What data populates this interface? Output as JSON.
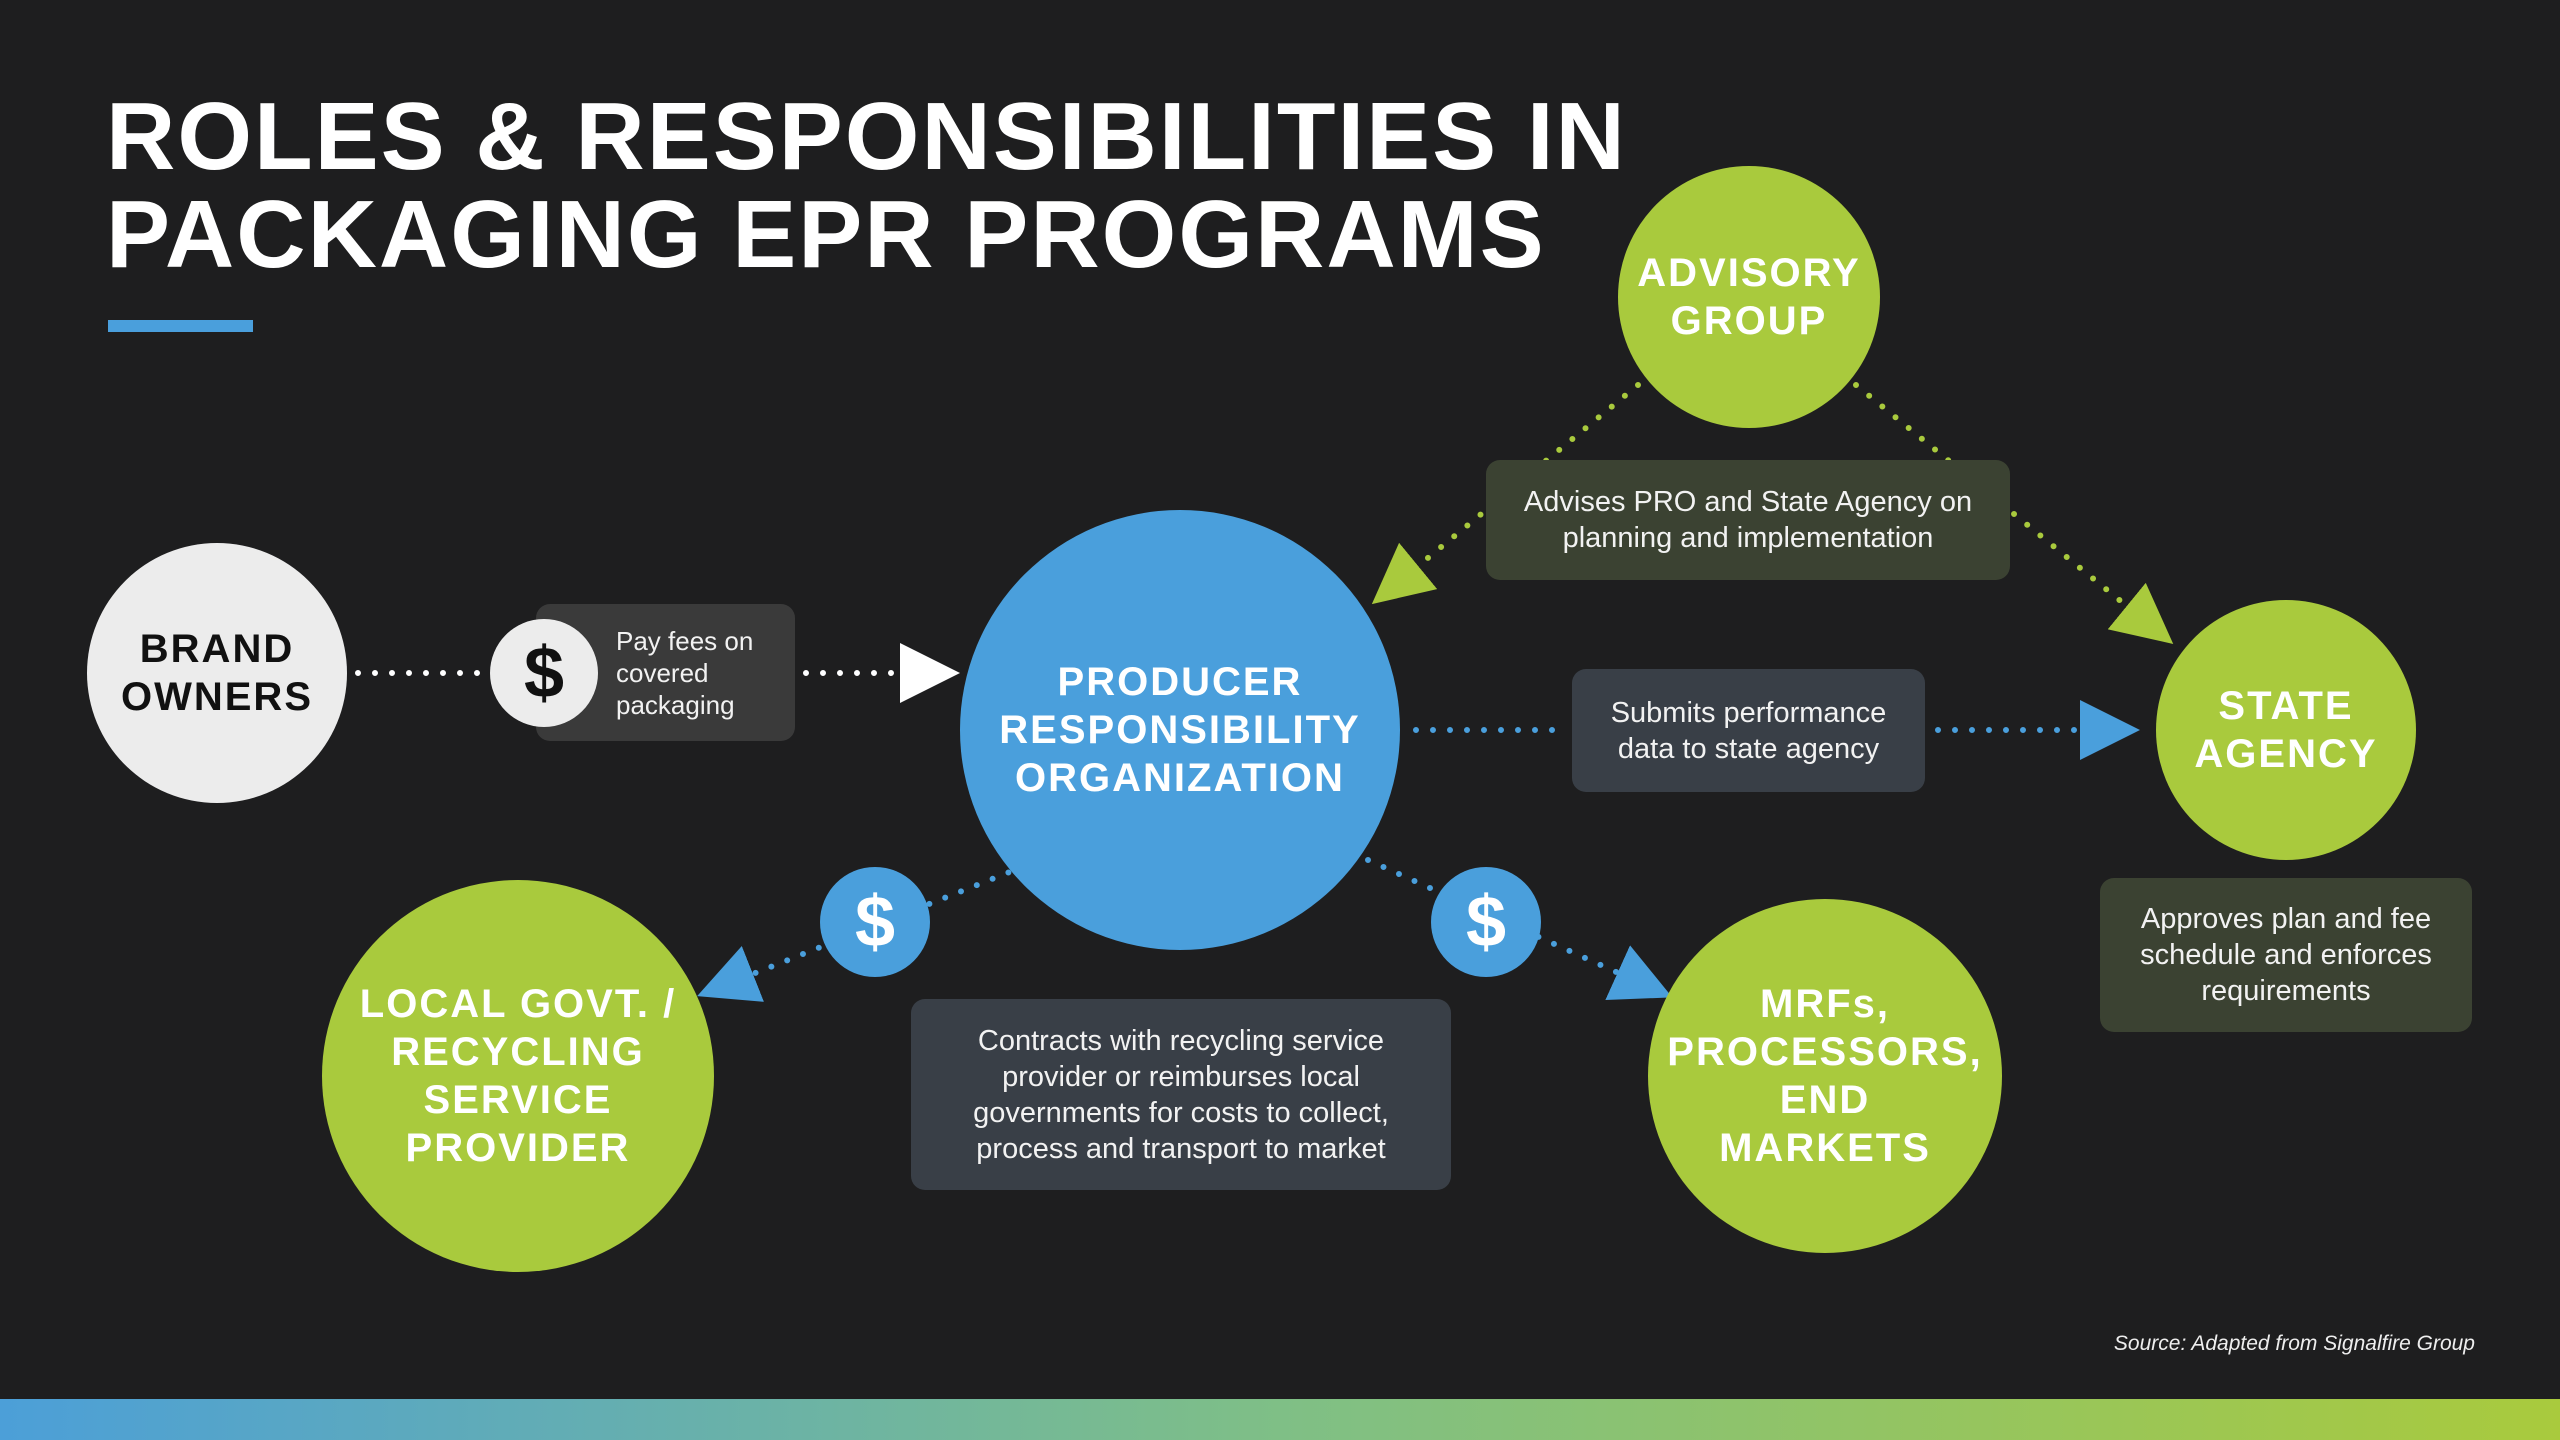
{
  "title": {
    "line1": "ROLES & RESPONSIBILITIES IN",
    "line2": "PACKAGING EPR PROGRAMS"
  },
  "nodes": {
    "brand_owners": {
      "line1": "BRAND",
      "line2": "OWNERS"
    },
    "pro": {
      "line1": "PRODUCER",
      "line2": "RESPONSIBILITY",
      "line3": "ORGANIZATION"
    },
    "advisory": {
      "line1": "ADVISORY",
      "line2": "GROUP"
    },
    "state": {
      "line1": "STATE",
      "line2": "AGENCY"
    },
    "local": {
      "line1": "LOCAL GOVT. /",
      "line2": "RECYCLING",
      "line3": "SERVICE",
      "line4": "PROVIDER"
    },
    "mrfs": {
      "line1": "MRFs,",
      "line2": "PROCESSORS,",
      "line3": "END",
      "line4": "MARKETS"
    }
  },
  "labels": {
    "pay_fees": {
      "line1": "Pay fees on",
      "line2": "covered",
      "line3": "packaging"
    },
    "advises": {
      "line1": "Advises PRO and State Agency on",
      "line2": "planning and implementation"
    },
    "submits": {
      "line1": "Submits performance",
      "line2": "data to state agency"
    },
    "approves": {
      "line1": "Approves plan and fee",
      "line2": "schedule and enforces",
      "line3": "requirements"
    },
    "contracts": {
      "line1": "Contracts with recycling service",
      "line2": "provider or reimburses local",
      "line3": "governments for costs to collect,",
      "line4": "process and transport to market"
    }
  },
  "dollar": "$",
  "source": "Source: Adapted from Signalfire Group",
  "colors": {
    "blue": "#4a9fdc",
    "green": "#a9ca3d",
    "background": "#1e1e1f"
  }
}
